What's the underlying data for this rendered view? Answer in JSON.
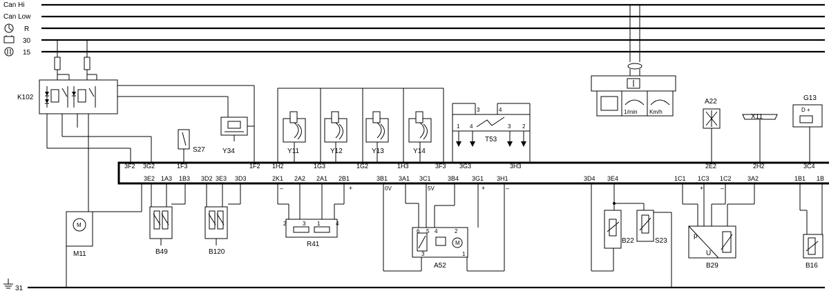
{
  "rails": {
    "can_hi": "Can Hi",
    "can_low": "Can Low",
    "r": "R",
    "term30": "30",
    "term15": "15",
    "term31": "31"
  },
  "components": {
    "k102": "K102",
    "s27": "S27",
    "y34": "Y34",
    "y11": "Y11",
    "y12": "Y12",
    "y13": "Y13",
    "y14": "Y14",
    "t53": "T53",
    "a22": "A22",
    "x11": "X11",
    "g13": "G13",
    "m11": "M11",
    "b49": "B49",
    "b120": "B120",
    "r41": "R41",
    "a52": "A52",
    "b22": "B22",
    "s23": "S23",
    "b29": "B29",
    "b16": "B16"
  },
  "ecu_top_pins": [
    "3F2",
    "3G2",
    "1F3",
    "1F2",
    "1H2",
    "1G3",
    "1G2",
    "1H3",
    "3F3",
    "3G3",
    "3H3",
    "2E2",
    "2H2",
    "3C4"
  ],
  "ecu_bottom_pins": [
    "3E2",
    "1A3",
    "1B3",
    "3D2",
    "3E3",
    "3D3",
    "2K1",
    "2A2",
    "2A1",
    "2B1",
    "3B1",
    "3A1",
    "3C1",
    "3B4",
    "3G1",
    "3H1",
    "3D4",
    "3E4",
    "1C1",
    "1C3",
    "1C2",
    "3A2",
    "1B1",
    "1B"
  ],
  "pin_marks": {
    "minus": "–",
    "plus": "+",
    "zero_v": "0V",
    "five_v": "5V"
  },
  "t53_pins": [
    "1",
    "4",
    "3",
    "2",
    "3",
    "4"
  ],
  "r41_pins": [
    "2",
    "3",
    "1",
    "4"
  ],
  "a52_pins": [
    "6",
    "5",
    "4",
    "2",
    "3",
    "1"
  ],
  "cluster": {
    "rpm_unit": "1/min",
    "speed_unit": "Km/h"
  },
  "g13_label": "D +",
  "b29_letters": {
    "p": "p",
    "u": "U"
  }
}
